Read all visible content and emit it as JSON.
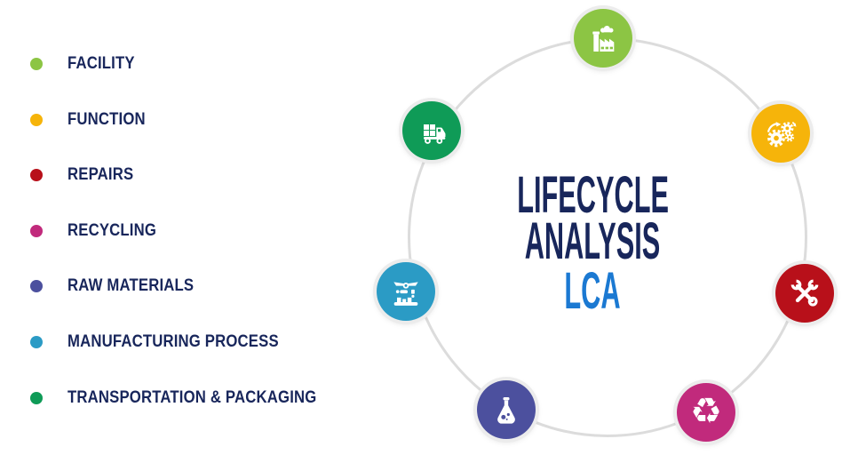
{
  "colors": {
    "navy": "#18265B",
    "lca_blue": "#1B79D2",
    "ring": "#DCDCDC",
    "facility_green": "#8CC544",
    "function_yellow": "#F6B40A",
    "repairs_red": "#B8101A",
    "recycling_magenta": "#C12A7C",
    "raw_materials_indigo": "#4C509E",
    "manufacturing_blue": "#2B9BC5",
    "transportation_green": "#0F9B57"
  },
  "title": {
    "line1": "LIFECYCLE",
    "line2": "ANALYSIS",
    "acronym": "LCA"
  },
  "legend": [
    {
      "label": "FACILITY",
      "color": "#8CC544",
      "icon": "factory-icon"
    },
    {
      "label": "FUNCTION",
      "color": "#F6B40A",
      "icon": "gears-icon"
    },
    {
      "label": "REPAIRS",
      "color": "#B8101A",
      "icon": "crossed-tools-icon"
    },
    {
      "label": "RECYCLING",
      "color": "#C12A7C",
      "icon": "recycle-icon"
    },
    {
      "label": "RAW MATERIALS",
      "color": "#4C509E",
      "icon": "flask-icon"
    },
    {
      "label": "MANUFACTURING PROCESS",
      "color": "#2B9BC5",
      "icon": "robotic-arm-icon"
    },
    {
      "label": "TRANSPORTATION & PACKAGING",
      "color": "#0F9B57",
      "icon": "delivery-truck-icon"
    }
  ],
  "cycle": {
    "ring_color": "#DCDCDC",
    "nodes": [
      {
        "name": "facility",
        "icon": "factory-icon",
        "color": "#8CC544"
      },
      {
        "name": "function",
        "icon": "gears-icon",
        "color": "#F6B40A"
      },
      {
        "name": "repairs",
        "icon": "crossed-tools-icon",
        "color": "#B8101A"
      },
      {
        "name": "recycling",
        "icon": "recycle-icon",
        "color": "#C12A7C",
        "glyph": "♻"
      },
      {
        "name": "raw-materials",
        "icon": "flask-icon",
        "color": "#4C509E"
      },
      {
        "name": "manufacturing-process",
        "icon": "robotic-arm-icon",
        "color": "#2B9BC5"
      },
      {
        "name": "transportation-packaging",
        "icon": "delivery-truck-icon",
        "color": "#0F9B57"
      }
    ]
  }
}
